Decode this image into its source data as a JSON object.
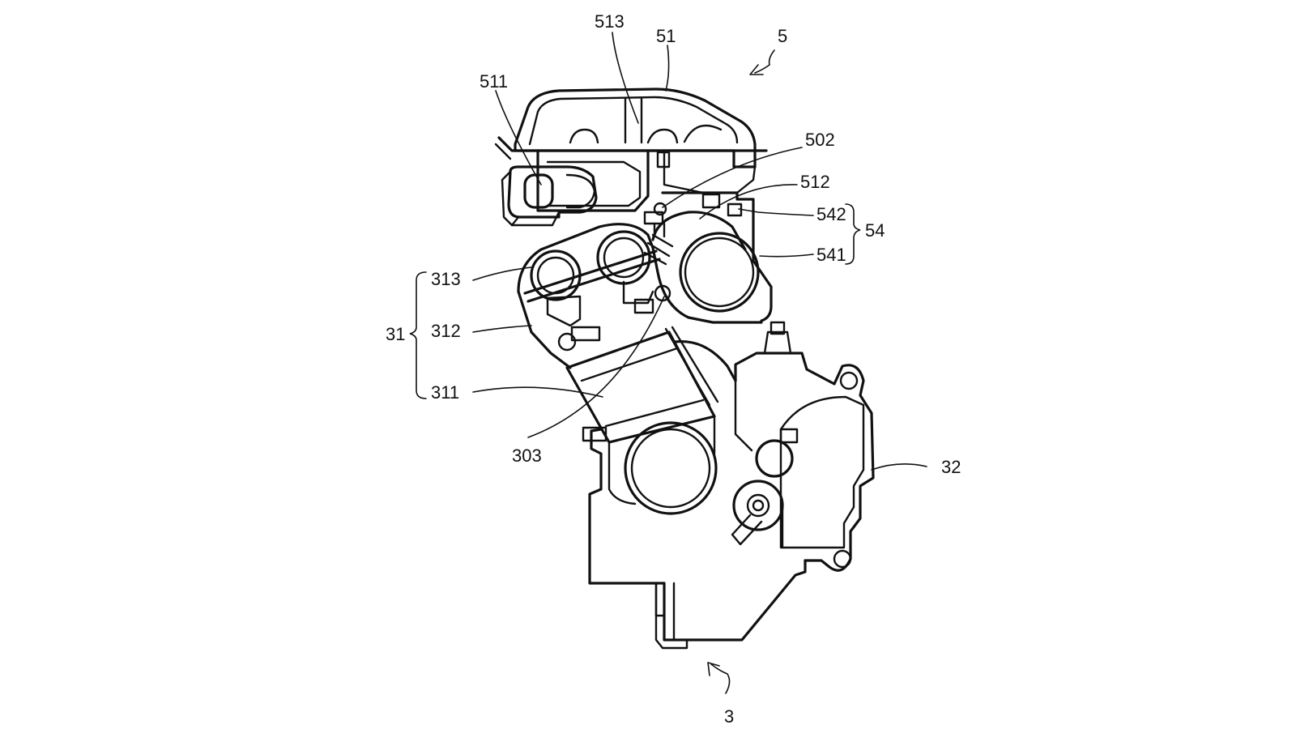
{
  "figure": {
    "labels": {
      "l_513": "513",
      "l_51": "51",
      "l_5": "5",
      "l_511": "511",
      "l_502": "502",
      "l_512": "512",
      "l_542": "542",
      "l_54": "54",
      "l_541": "541",
      "l_313": "313",
      "l_31": "31",
      "l_312": "312",
      "l_311": "311",
      "l_303": "303",
      "l_32": "32",
      "l_3": "3"
    }
  }
}
